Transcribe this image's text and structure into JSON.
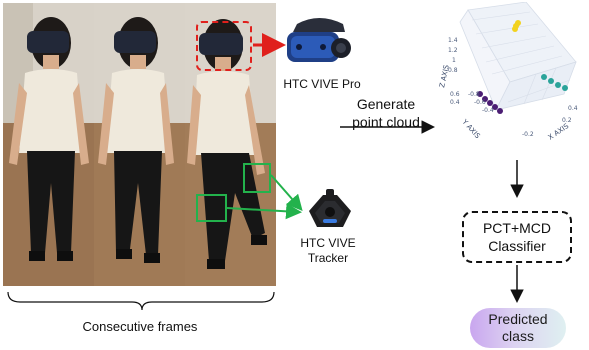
{
  "frames_caption": "Consecutive frames",
  "headset_label": "HTC VIVE Pro",
  "tracker_label_line1": "HTC VIVE",
  "tracker_label_line2": "Tracker",
  "generate_line1": "Generate",
  "generate_line2": "point cloud",
  "classifier_line1": "PCT+MCD",
  "classifier_line2": "Classifier",
  "output_line1": "Predicted",
  "output_line2": "class",
  "plot": {
    "x_axis_label": "X AXIS",
    "y_axis_label": "Y AXIS",
    "z_axis_label": "Z AXIS",
    "z_ticks": [
      "1.4",
      "1.2",
      "1",
      "0.8",
      "0.6",
      "0.4"
    ],
    "y_ticks": [
      "-0.2",
      "-0.4",
      "-0.6",
      "-0.8"
    ],
    "x_ticks": [
      "0.2",
      "0.4"
    ],
    "colors": {
      "yellow": "#f2d21e",
      "teal": "#2aa39a",
      "purple": "#4b1d73"
    }
  },
  "colors": {
    "headset_box": "#e0201c",
    "tracker_box": "#23b24c",
    "arrow": "#111111"
  }
}
